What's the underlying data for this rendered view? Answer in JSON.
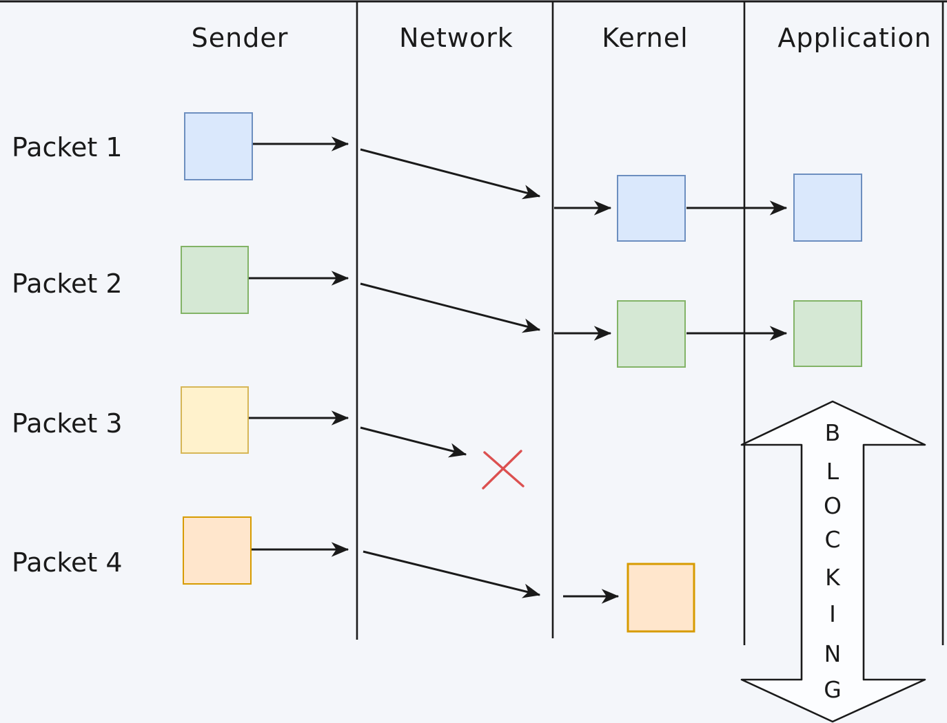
{
  "columns": [
    "Sender",
    "Network",
    "Kernel",
    "Application"
  ],
  "packets": [
    {
      "label": "Packet 1",
      "color_name": "blue",
      "fill": "#dae8fc",
      "stroke": "#6c8ebf",
      "reaches": [
        "Sender",
        "Kernel",
        "Application"
      ],
      "dropped_in_network": false
    },
    {
      "label": "Packet 2",
      "color_name": "green",
      "fill": "#d5e8d4",
      "stroke": "#82b366",
      "reaches": [
        "Sender",
        "Kernel",
        "Application"
      ],
      "dropped_in_network": false
    },
    {
      "label": "Packet 3",
      "color_name": "yellow",
      "fill": "#fff2cc",
      "stroke": "#d6b656",
      "reaches": [
        "Sender"
      ],
      "dropped_in_network": true
    },
    {
      "label": "Packet 4",
      "color_name": "orange",
      "fill": "#ffe6cc",
      "stroke": "#d79b00",
      "reaches": [
        "Sender",
        "Kernel"
      ],
      "dropped_in_network": false
    }
  ],
  "blocking": {
    "label": "BLOCKING",
    "letters": [
      "B",
      "L",
      "O",
      "C",
      "K",
      "I",
      "N",
      "G"
    ]
  },
  "colors": {
    "background": "#f4f6fa",
    "line": "#1a1a1a",
    "drop_mark": "#dc5050",
    "blocking_arrow_fill": "#fcfdff"
  }
}
